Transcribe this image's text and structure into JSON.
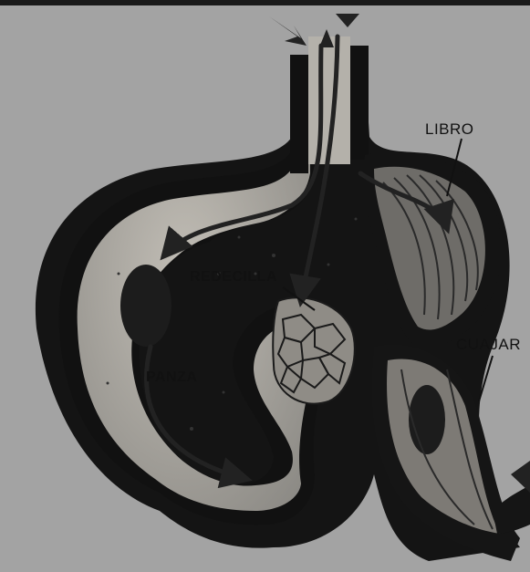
{
  "figure": {
    "labels": {
      "libro": "LIBRO",
      "redecilla": "REDECILLA",
      "cuajar": "CUAJAR",
      "panza": "PANZA"
    }
  },
  "colors": {
    "background": "#a3a3a3",
    "wall": "#141414",
    "lumen": "#b4b1aa",
    "arrow": "#2a2a2a"
  },
  "icons": [
    "arrow-in-icon",
    "arrow-up-icon",
    "arrow-down-icon",
    "arrow-out-icon"
  ]
}
